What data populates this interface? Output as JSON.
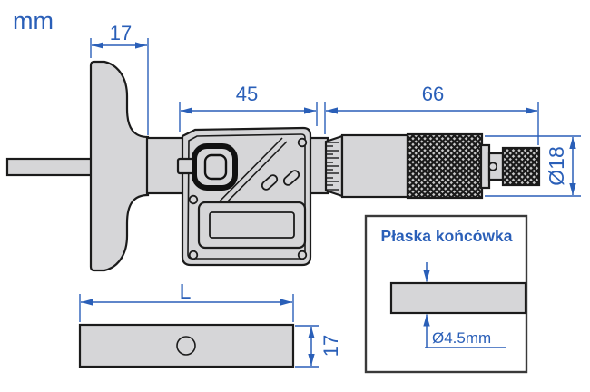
{
  "colors": {
    "dimension_blue": "#2a5fb8",
    "outline_black": "#1b1b1b",
    "metal_gray": "#d6d6d8"
  },
  "unit_label": "mm",
  "dimensions": {
    "flange_thickness": "17",
    "body_length": "45",
    "sleeve_length": "66",
    "thimble_diameter": "Ø18",
    "base_length": "L",
    "base_thickness": "17"
  },
  "inset": {
    "title": "Płaska końcówka",
    "tip_diameter": "Ø4.5mm"
  }
}
